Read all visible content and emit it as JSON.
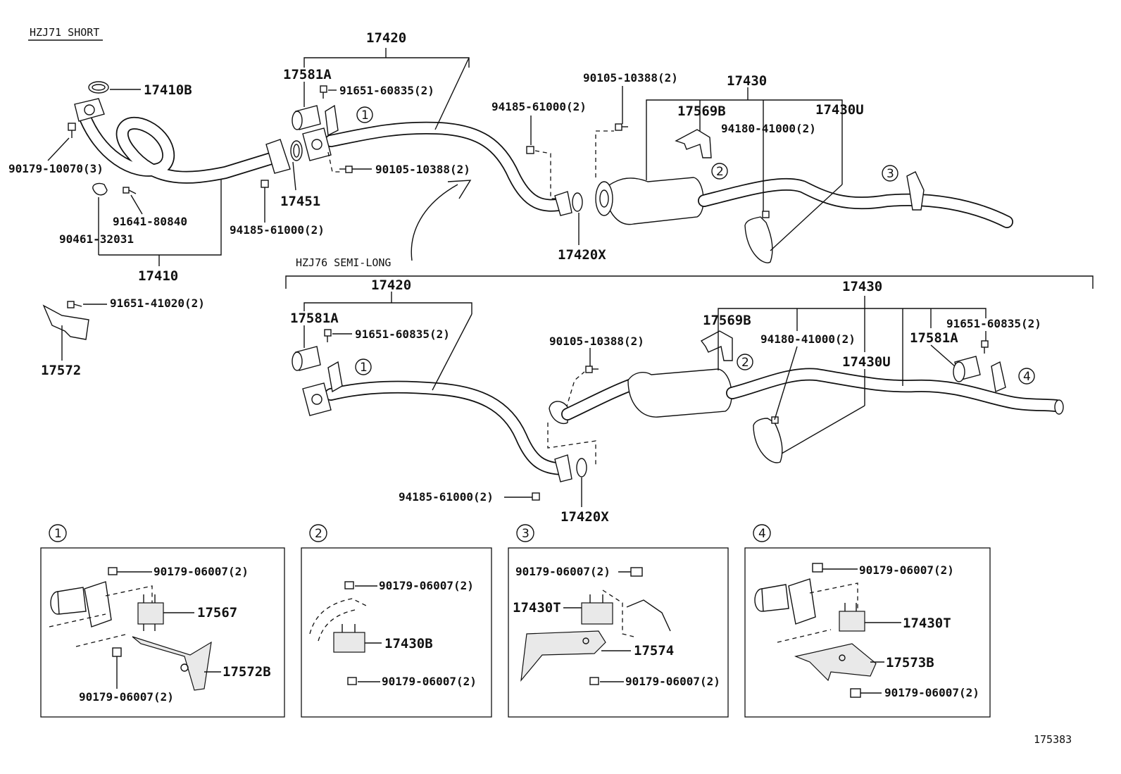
{
  "headers": {
    "hzj71": "HZJ71 SHORT",
    "hzj76": "HZJ76 SEMI-LONG"
  },
  "top": {
    "p17420": "17420",
    "p17581A": "17581A",
    "p91651_60835": "91651-60835(2)",
    "p17410B": "17410B",
    "p90179_10070": "90179-10070(3)",
    "p91641_80840": "91641-80840",
    "p90461_32031": "90461-32031",
    "p17410": "17410",
    "p17451": "17451",
    "p94185_61000_a": "94185-61000(2)",
    "p90105_10388_a": "90105-10388(2)",
    "p94185_61000_b": "94185-61000(2)",
    "p90105_10388_b": "90105-10388(2)",
    "p17420X": "17420X",
    "p17430": "17430",
    "p17569B": "17569B",
    "p94180_41000": "94180-41000(2)",
    "p17430U": "17430U"
  },
  "left": {
    "p91651_41020": "91651-41020(2)",
    "p17572": "17572"
  },
  "bottom": {
    "p17420": "17420",
    "p17581A": "17581A",
    "p91651_60835": "91651-60835(2)",
    "p90105_10388": "90105-10388(2)",
    "p94185_61000": "94185-61000(2)",
    "p17420X": "17420X",
    "p17430": "17430",
    "p17569B": "17569B",
    "p94180_41000": "94180-41000(2)",
    "p17430U": "17430U",
    "p91651_60835_b": "91651-60835(2)",
    "p17581A_b": "17581A"
  },
  "callouts": {
    "c1": "1",
    "c2": "2",
    "c3": "3",
    "c4": "4"
  },
  "detail1": {
    "title": "1",
    "nut_top": "90179-06007(2)",
    "mount": "17567",
    "bracket": "17572B",
    "nut_bottom": "90179-06007(2)"
  },
  "detail2": {
    "title": "2",
    "nut_top": "90179-06007(2)",
    "mount": "17430B",
    "nut_bottom": "90179-06007(2)"
  },
  "detail3": {
    "title": "3",
    "nut_top": "90179-06007(2)",
    "mount": "17430T",
    "bracket": "17574",
    "nut_bottom": "90179-06007(2)"
  },
  "detail4": {
    "title": "4",
    "nut_top": "90179-06007(2)",
    "mount": "17430T",
    "bracket": "17573B",
    "nut_bottom": "90179-06007(2)"
  },
  "figure_number": "175383"
}
